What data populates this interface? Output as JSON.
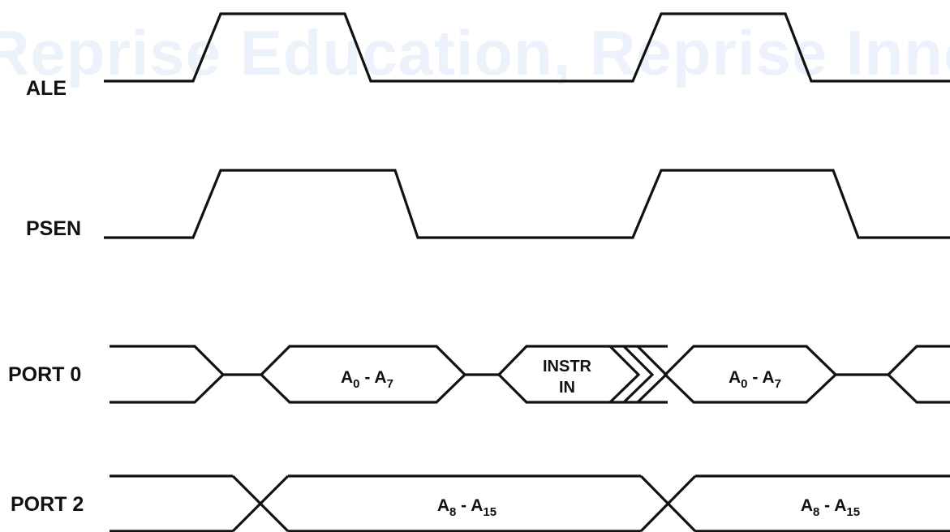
{
  "watermark": {
    "text": "Reprise Education, Reprise Innovations",
    "color": "#ecf2fb"
  },
  "signals": [
    {
      "name": "ALE"
    },
    {
      "name": "PSEN"
    },
    {
      "name": "PORT 0"
    },
    {
      "name": "PORT 2"
    }
  ],
  "port0_segments": [
    {
      "base": "A",
      "sub1": "0",
      "sep": " - ",
      "base2": "A",
      "sub2": "7"
    },
    {
      "line1": "INSTR",
      "line2": "IN"
    },
    {
      "base": "A",
      "sub1": "0",
      "sep": " - ",
      "base2": "A",
      "sub2": "7"
    }
  ],
  "port2_segments": [
    {
      "base": "A",
      "sub1": "8",
      "sep": " - ",
      "base2": "A",
      "sub2": "15"
    },
    {
      "base": "A",
      "sub1": "8",
      "sep": " - ",
      "base2": "A",
      "sub2": "15"
    }
  ],
  "colors": {
    "line": "#111111",
    "background": "#ffffff"
  }
}
